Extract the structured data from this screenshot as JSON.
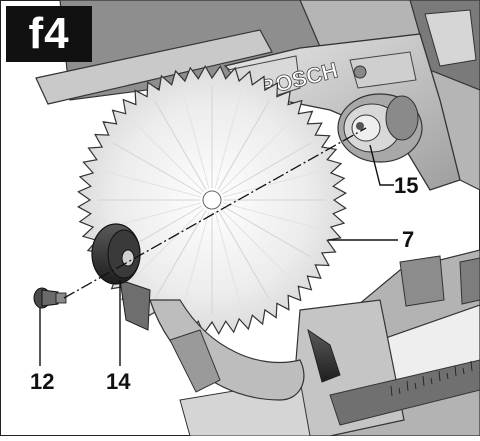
{
  "figure": {
    "tag": "f4",
    "brand": "BOSCH",
    "callouts": {
      "washer": "12",
      "flange": "14",
      "spindle_flange": "15",
      "saw_blade": "7"
    }
  }
}
